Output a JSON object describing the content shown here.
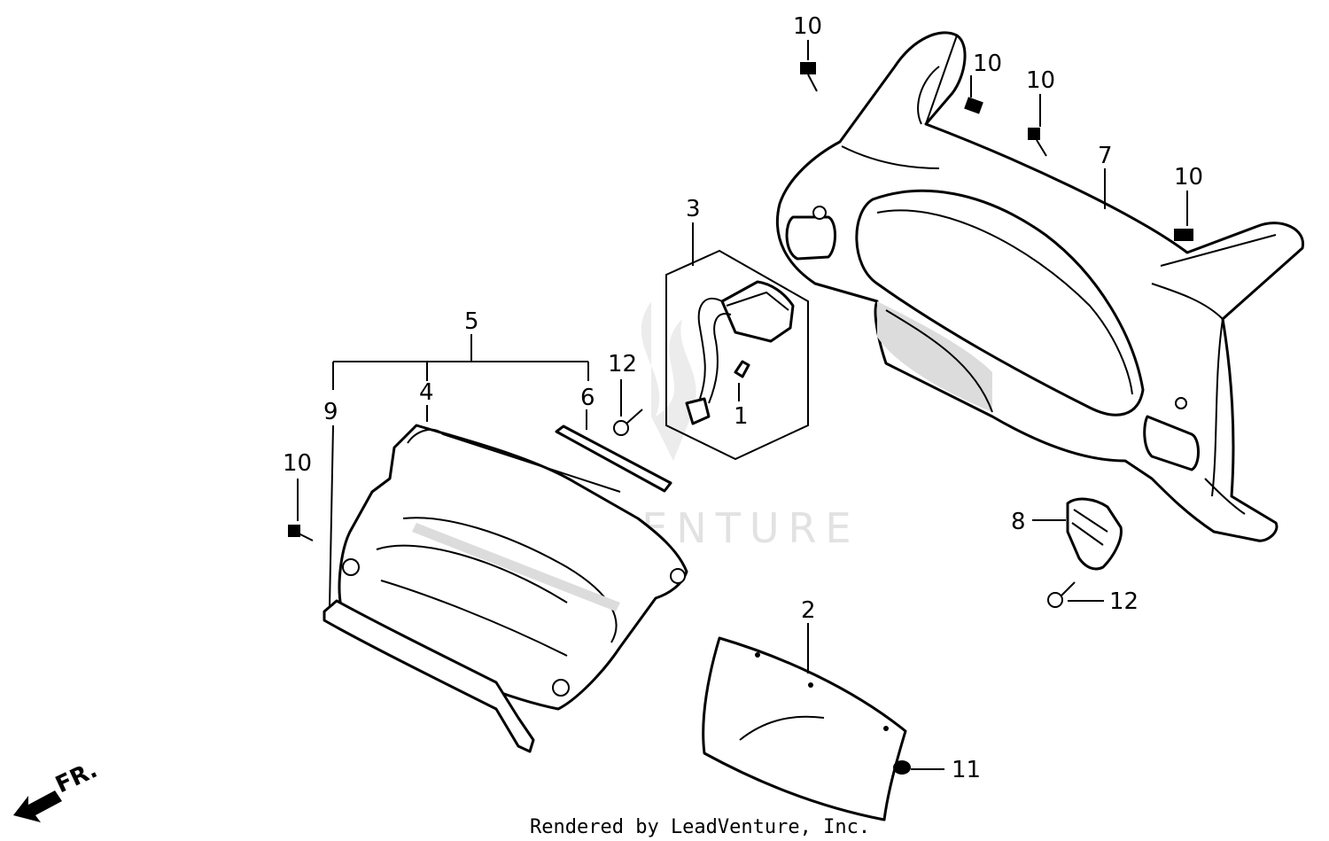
{
  "diagram": {
    "callouts": {
      "c1": "1",
      "c2": "2",
      "c3": "3",
      "c4": "4",
      "c5": "5",
      "c6": "6",
      "c7": "7",
      "c8": "8",
      "c9": "9",
      "c10a": "10",
      "c10b": "10",
      "c10c": "10",
      "c10d": "10",
      "c10e": "10",
      "c11": "11",
      "c12a": "12",
      "c12b": "12"
    },
    "front_indicator": "FR.",
    "watermark": "LEADVENTURE",
    "footer": "Rendered by LeadVenture, Inc."
  }
}
